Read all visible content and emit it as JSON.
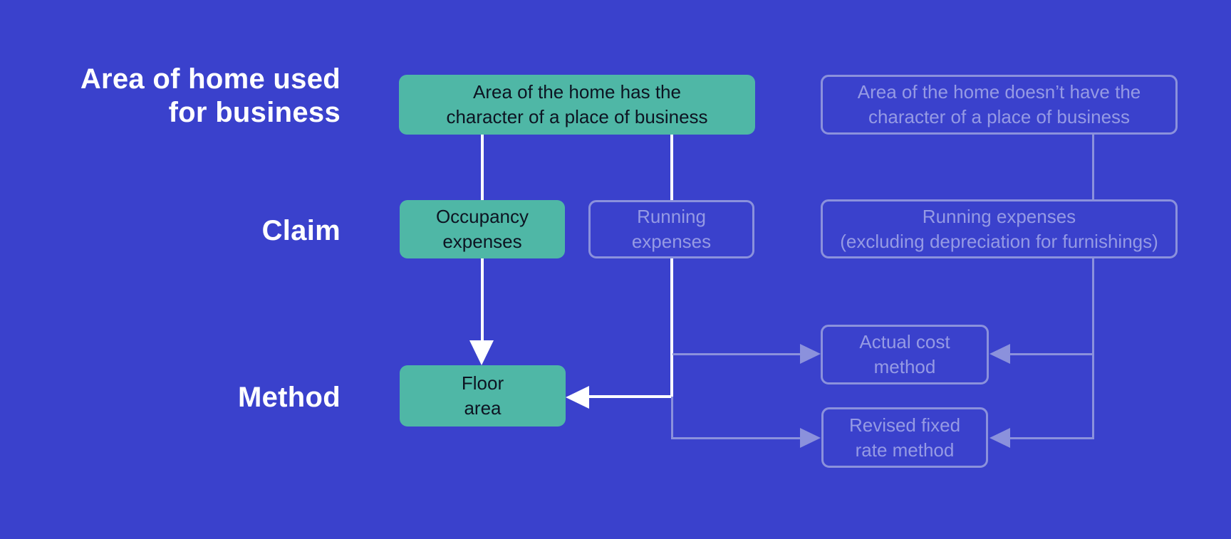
{
  "palette": {
    "background": "#3a41cc",
    "filled_node_fill": "#4fb7a6",
    "filled_node_text": "#0d1422",
    "outlined_node_border": "#8b91dc",
    "outlined_node_text": "#959ae4",
    "active_connector": "#ffffff",
    "inactive_connector": "#8b91dc",
    "row_label_text": "#ffffff"
  },
  "row_labels": {
    "area": "Area of home used\nfor business",
    "claim": "Claim",
    "method": "Method"
  },
  "nodes": {
    "has_character": {
      "text": "Area of the home has the\ncharacter of a place of business",
      "style": "filled"
    },
    "no_character": {
      "text": "Area of the home doesn’t have the\ncharacter of a place of business",
      "style": "outlined"
    },
    "occupancy": {
      "text": "Occupancy\nexpenses",
      "style": "filled"
    },
    "running": {
      "text": "Running\nexpenses",
      "style": "outlined"
    },
    "running_excl": {
      "text": "Running expenses\n(excluding depreciation for furnishings)",
      "style": "outlined"
    },
    "floor": {
      "text": "Floor\narea",
      "style": "filled"
    },
    "actual": {
      "text": "Actual cost\nmethod",
      "style": "outlined"
    },
    "revised": {
      "text": "Revised fixed\nrate method",
      "style": "outlined"
    }
  },
  "edges": [
    {
      "from": "has_character",
      "to": "occupancy",
      "color": "white",
      "arrow": false
    },
    {
      "from": "has_character",
      "to": "running",
      "color": "white",
      "arrow": false
    },
    {
      "from": "occupancy",
      "to": "floor",
      "color": "white",
      "arrow": true
    },
    {
      "from": "running",
      "to": "floor",
      "color": "white",
      "arrow": true
    },
    {
      "from": "running",
      "to": "actual",
      "color": "lavender",
      "arrow": true
    },
    {
      "from": "running",
      "to": "revised",
      "color": "lavender",
      "arrow": true
    },
    {
      "from": "no_character",
      "to": "running_excl",
      "color": "lavender",
      "arrow": false
    },
    {
      "from": "running_excl",
      "to": "actual",
      "color": "lavender",
      "arrow": true
    },
    {
      "from": "running_excl",
      "to": "revised",
      "color": "lavender",
      "arrow": true
    }
  ]
}
